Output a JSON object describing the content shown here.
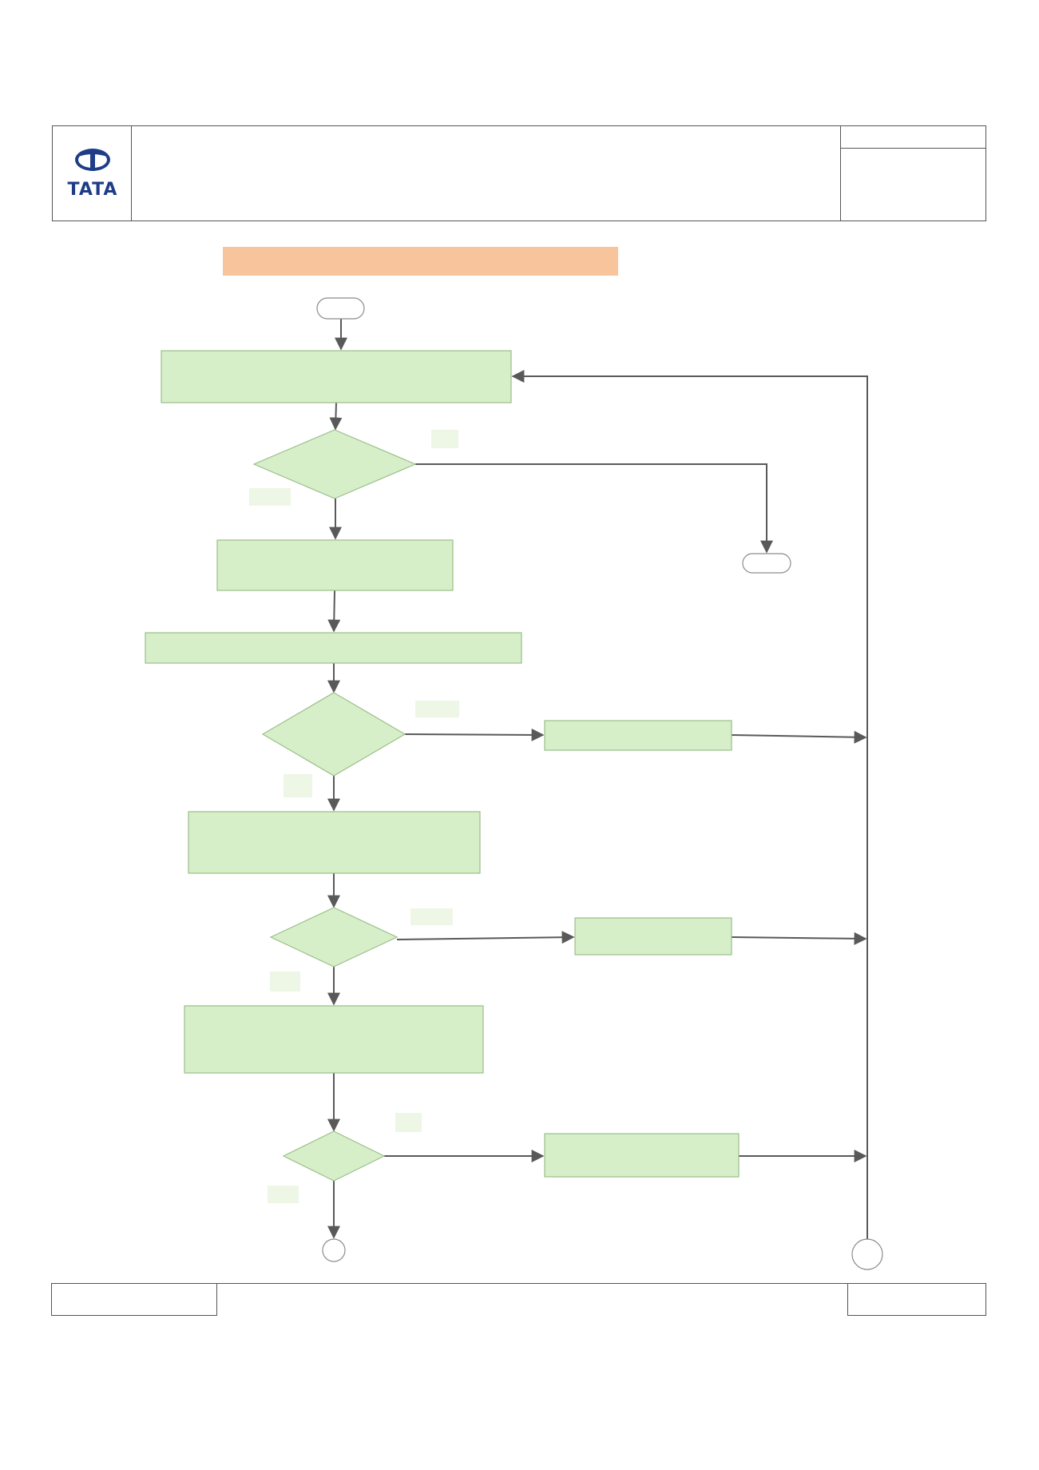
{
  "header": {
    "logo_text": "TATA",
    "brand_color": "#1f3c88"
  },
  "colors": {
    "node_fill": "#d6efc9",
    "node_stroke": "#9bbf8a",
    "label_fill": "#eef6e6",
    "banner_fill": "#f8c49b",
    "line": "#595959"
  },
  "flowchart": {
    "nodes": [
      {
        "id": "start",
        "shape": "terminator",
        "text": ""
      },
      {
        "id": "process-1",
        "shape": "process",
        "text": ""
      },
      {
        "id": "decision-1",
        "shape": "decision",
        "text": ""
      },
      {
        "id": "end-right",
        "shape": "terminator",
        "text": ""
      },
      {
        "id": "process-2",
        "shape": "process",
        "text": ""
      },
      {
        "id": "process-3",
        "shape": "process",
        "text": ""
      },
      {
        "id": "decision-2",
        "shape": "decision",
        "text": ""
      },
      {
        "id": "side-process-1",
        "shape": "process",
        "text": ""
      },
      {
        "id": "process-4",
        "shape": "process",
        "text": ""
      },
      {
        "id": "decision-3",
        "shape": "decision",
        "text": ""
      },
      {
        "id": "side-process-2",
        "shape": "process",
        "text": ""
      },
      {
        "id": "process-5",
        "shape": "process",
        "text": ""
      },
      {
        "id": "decision-4",
        "shape": "decision",
        "text": ""
      },
      {
        "id": "side-process-3",
        "shape": "process",
        "text": ""
      },
      {
        "id": "connector-bottom",
        "shape": "connector",
        "text": ""
      },
      {
        "id": "connector-loop",
        "shape": "connector",
        "text": ""
      }
    ],
    "edge_labels": [
      "",
      "",
      "",
      "",
      "",
      "",
      "",
      ""
    ]
  }
}
